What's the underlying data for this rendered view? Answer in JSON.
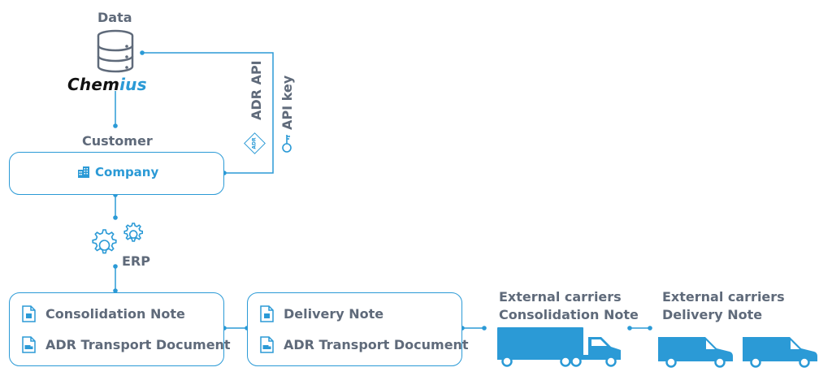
{
  "data_label": "Data",
  "brand": {
    "name_prefix": "Chem",
    "name_suffix": "ius"
  },
  "customer_label": "Customer",
  "company_label": "Company",
  "adr_api_label": "ADR API",
  "adr_badge": "ADR",
  "api_key_label": "API key",
  "erp_label": "ERP",
  "left_box": {
    "items": [
      "Consolidation Note",
      "ADR Transport Document"
    ]
  },
  "mid_box": {
    "items": [
      "Delivery Note",
      "ADR Transport Document"
    ]
  },
  "carriers_consolidation": {
    "line1": "External carriers",
    "line2": "Consolidation Note"
  },
  "carriers_delivery": {
    "line1": "External carriers",
    "line2": "Delivery Note"
  },
  "colors": {
    "accent": "#2b9ad6",
    "text": "#5f6a7a"
  }
}
